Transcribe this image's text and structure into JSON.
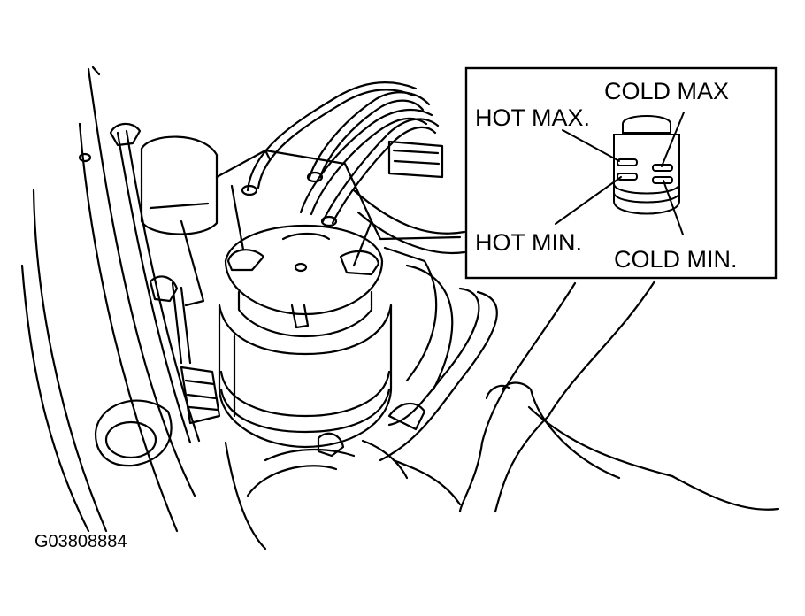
{
  "figure_id": "G03808884",
  "inset": {
    "labels": {
      "hot_max": "HOT MAX.",
      "cold_max": "COLD MAX",
      "hot_min": "HOT MIN.",
      "cold_min": "COLD MIN."
    }
  },
  "colors": {
    "line": "#000000",
    "background": "#ffffff"
  }
}
